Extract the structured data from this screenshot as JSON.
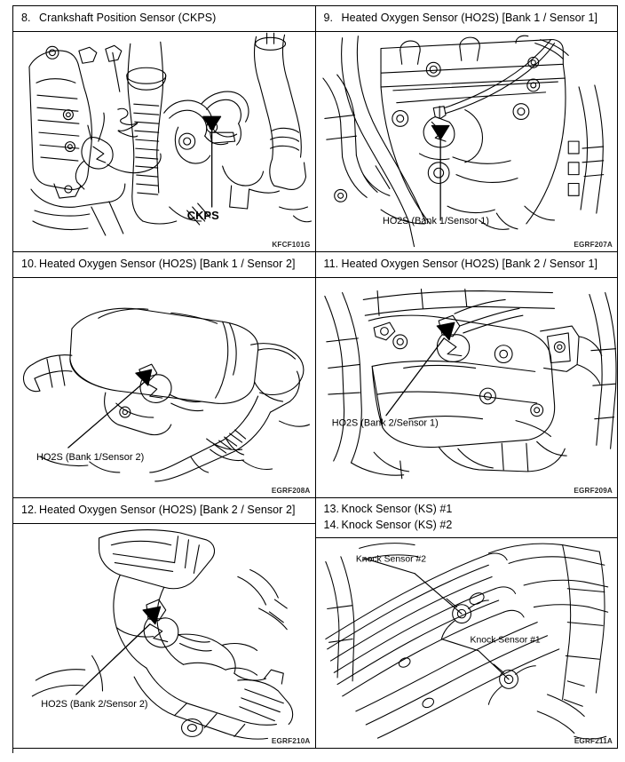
{
  "document": {
    "type": "automotive-service-manual-figure-sheet",
    "panel_count": 6
  },
  "panels": [
    {
      "id": "panel-ckps",
      "number": "8.",
      "title": "Crankshaft Position Sensor (CKPS)",
      "figure_code": "KFCF101G",
      "callouts": [
        "CKPS"
      ]
    },
    {
      "id": "panel-ho2s-b1s1",
      "number": "9.",
      "title": "Heated Oxygen Sensor (HO2S) [Bank 1 / Sensor 1]",
      "figure_code": "EGRF207A",
      "callouts": [
        "HO2S (Bank 1/Sensor 1)"
      ]
    },
    {
      "id": "panel-ho2s-b1s2",
      "number": "10.",
      "title": "Heated Oxygen Sensor (HO2S) [Bank 1 / Sensor 2]",
      "figure_code": "EGRF208A",
      "callouts": [
        "HO2S (Bank 1/Sensor 2)"
      ]
    },
    {
      "id": "panel-ho2s-b2s1",
      "number": "11.",
      "title": "Heated Oxygen Sensor (HO2S) [Bank 2 / Sensor 1]",
      "figure_code": "EGRF209A",
      "callouts": [
        "HO2S (Bank 2/Sensor 1)"
      ]
    },
    {
      "id": "panel-ho2s-b2s2",
      "number": "12.",
      "title": "Heated Oxygen Sensor (HO2S) [Bank 2 / Sensor 2]",
      "figure_code": "EGRF210A",
      "callouts": [
        "HO2S (Bank 2/Sensor 2)"
      ]
    },
    {
      "id": "panel-knock-sensors",
      "number": "13.",
      "title": "Knock Sensor (KS) #1",
      "number2": "14.",
      "title2": "Knock Sensor (KS) #2",
      "figure_code": "EGRF211A",
      "callouts": [
        "Knock Sensor #2",
        "Knock Sensor #1"
      ]
    }
  ],
  "colors": {
    "ink": "#000000",
    "paper": "#ffffff",
    "figure_code_ink": "#2a2a2a"
  }
}
